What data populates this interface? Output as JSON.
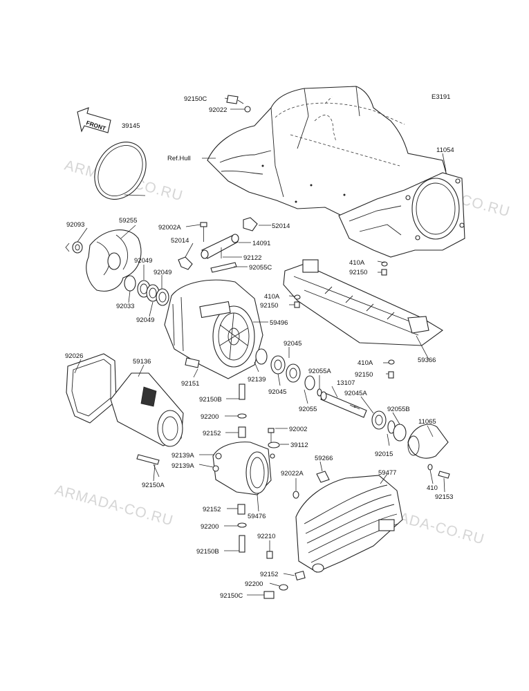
{
  "diagram_code": "E3191",
  "front_label": "FRONT",
  "ref_label": "Ref.Hull",
  "watermarks": [
    "ARMADA-CO.RU",
    "ARMADA-CO.RU",
    "ARMADA-CO.RU",
    "ARMADA-CO.RU"
  ],
  "parts": [
    {
      "id": "p1",
      "label": "92150C"
    },
    {
      "id": "p2",
      "label": "92022"
    },
    {
      "id": "p3",
      "label": "39145"
    },
    {
      "id": "p4",
      "label": "11054"
    },
    {
      "id": "p5",
      "label": "92093"
    },
    {
      "id": "p6",
      "label": "59255"
    },
    {
      "id": "p7",
      "label": "92002A"
    },
    {
      "id": "p8",
      "label": "52014"
    },
    {
      "id": "p9",
      "label": "52014"
    },
    {
      "id": "p10",
      "label": "14091"
    },
    {
      "id": "p11",
      "label": "92122"
    },
    {
      "id": "p12",
      "label": "92055C"
    },
    {
      "id": "p13",
      "label": "92049"
    },
    {
      "id": "p14",
      "label": "92049"
    },
    {
      "id": "p15",
      "label": "92033"
    },
    {
      "id": "p16",
      "label": "92049"
    },
    {
      "id": "p17",
      "label": "410A"
    },
    {
      "id": "p18",
      "label": "92150"
    },
    {
      "id": "p19",
      "label": "410A"
    },
    {
      "id": "p20",
      "label": "92150"
    },
    {
      "id": "p21",
      "label": "59496"
    },
    {
      "id": "p22",
      "label": "92045"
    },
    {
      "id": "p23",
      "label": "92026"
    },
    {
      "id": "p24",
      "label": "59136"
    },
    {
      "id": "p25",
      "label": "92151"
    },
    {
      "id": "p26",
      "label": "92139"
    },
    {
      "id": "p27",
      "label": "92045"
    },
    {
      "id": "p28",
      "label": "92055A"
    },
    {
      "id": "p29",
      "label": "410A"
    },
    {
      "id": "p30",
      "label": "92150"
    },
    {
      "id": "p31",
      "label": "59366"
    },
    {
      "id": "p32",
      "label": "13107"
    },
    {
      "id": "p33",
      "label": "92150B"
    },
    {
      "id": "p34",
      "label": "92200"
    },
    {
      "id": "p35",
      "label": "92055"
    },
    {
      "id": "p36",
      "label": "92045A"
    },
    {
      "id": "p37",
      "label": "92055B"
    },
    {
      "id": "p38",
      "label": "11065"
    },
    {
      "id": "p39",
      "label": "92152"
    },
    {
      "id": "p40",
      "label": "92002"
    },
    {
      "id": "p41",
      "label": "39112"
    },
    {
      "id": "p42",
      "label": "92015"
    },
    {
      "id": "p43",
      "label": "92139A"
    },
    {
      "id": "p44",
      "label": "92139A"
    },
    {
      "id": "p45",
      "label": "59266"
    },
    {
      "id": "p46",
      "label": "92022A"
    },
    {
      "id": "p47",
      "label": "59477"
    },
    {
      "id": "p48",
      "label": "410"
    },
    {
      "id": "p49",
      "label": "92153"
    },
    {
      "id": "p50",
      "label": "92150A"
    },
    {
      "id": "p51",
      "label": "92152"
    },
    {
      "id": "p52",
      "label": "59476"
    },
    {
      "id": "p53",
      "label": "92200"
    },
    {
      "id": "p54",
      "label": "92210"
    },
    {
      "id": "p55",
      "label": "92150B"
    },
    {
      "id": "p56",
      "label": "92152"
    },
    {
      "id": "p57",
      "label": "92200"
    },
    {
      "id": "p58",
      "label": "92150C"
    }
  ]
}
